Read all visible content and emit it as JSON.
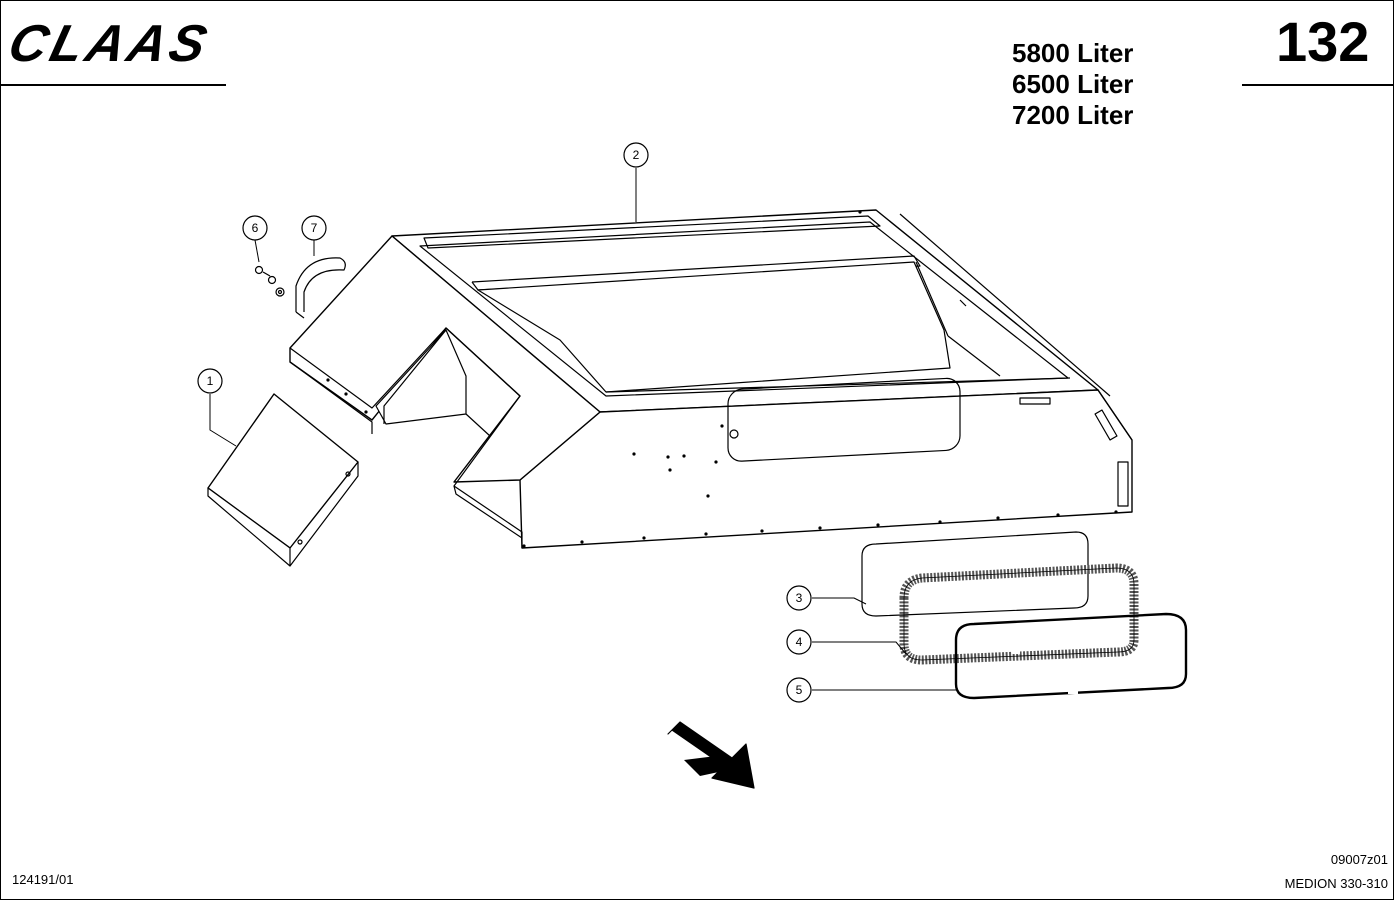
{
  "header": {
    "brand": "CLAAS",
    "page_number": "132",
    "capacities": [
      "5800 Liter",
      "6500 Liter",
      "7200 Liter"
    ]
  },
  "footer": {
    "left_code": "124191/01",
    "drawing_code": "09007z01",
    "model": "MEDION 330-310"
  },
  "callouts": [
    "1",
    "2",
    "3",
    "4",
    "5",
    "6",
    "7"
  ],
  "icons": {
    "direction": "arrow-down-right-icon"
  }
}
